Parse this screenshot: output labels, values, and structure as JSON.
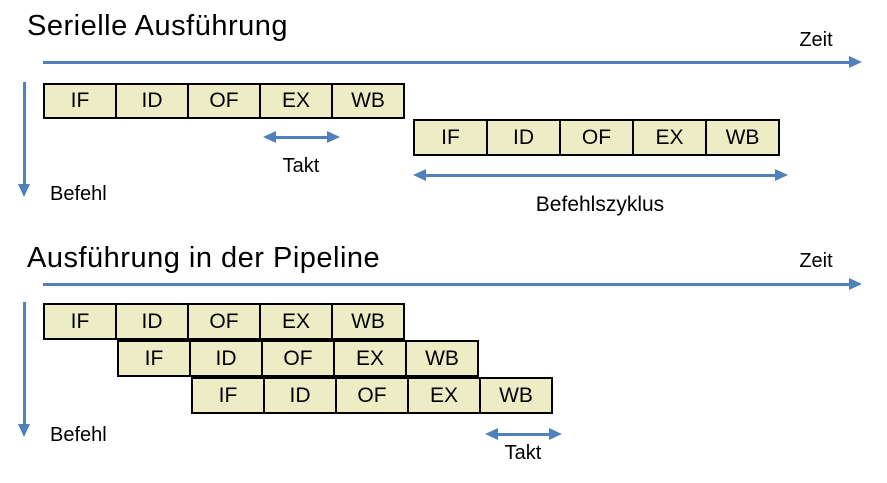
{
  "colors": {
    "accent": "#4F81BD",
    "box_fill": "#EDEDC5",
    "box_border": "#000000"
  },
  "serial": {
    "title": "Serielle Ausführung",
    "zeit_label": "Zeit",
    "befehl_label": "Befehl",
    "takt_label": "Takt",
    "befehlszyklus_label": "Befehlszyklus",
    "rows": [
      {
        "cells": [
          "IF",
          "ID",
          "OF",
          "EX",
          "WB"
        ]
      },
      {
        "cells": [
          "IF",
          "ID",
          "OF",
          "EX",
          "WB"
        ]
      }
    ]
  },
  "pipeline": {
    "title": "Ausführung in der Pipeline",
    "zeit_label": "Zeit",
    "befehl_label": "Befehl",
    "takt_label": "Takt",
    "rows": [
      {
        "cells": [
          "IF",
          "ID",
          "OF",
          "EX",
          "WB"
        ]
      },
      {
        "cells": [
          "IF",
          "ID",
          "OF",
          "EX",
          "WB"
        ]
      },
      {
        "cells": [
          "IF",
          "ID",
          "OF",
          "EX",
          "WB"
        ]
      }
    ]
  }
}
